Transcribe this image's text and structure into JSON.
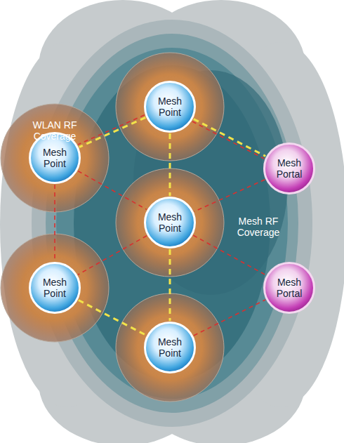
{
  "diagram": {
    "nodes": [
      {
        "text": [
          "Mesh Point"
        ]
      },
      {
        "text": [
          "Mesh Point"
        ]
      },
      {
        "text": [
          "Mesh Portal"
        ]
      },
      {
        "text": [
          "Mesh Point"
        ]
      },
      {
        "text": [
          "Mesh Portal"
        ]
      },
      {
        "text": [
          "Mesh Point"
        ]
      },
      {
        "text": [
          "Mesh Point"
        ]
      }
    ],
    "edges": [
      {
        "from": 0,
        "to": 1,
        "arrow": "none"
      },
      {
        "from": 0,
        "to": 1,
        "arrow": "none"
      },
      {
        "from": 0,
        "to": 3,
        "arrow": "none"
      },
      {
        "from": 0,
        "to": 2,
        "arrow": "none"
      },
      {
        "from": 0,
        "to": 2,
        "arrow": "none"
      },
      {
        "from": 1,
        "to": 3,
        "arrow": "none"
      },
      {
        "from": 1,
        "to": 5,
        "arrow": "none"
      },
      {
        "from": 2,
        "to": 3,
        "arrow": "none"
      },
      {
        "from": 3,
        "to": 4,
        "arrow": "none"
      },
      {
        "from": 3,
        "to": 5,
        "arrow": "none"
      },
      {
        "from": 3,
        "to": 6,
        "arrow": "none"
      },
      {
        "from": 5,
        "to": 6,
        "arrow": "none"
      },
      {
        "from": 6,
        "to": 4,
        "arrow": "none"
      }
    ],
    "labels": [
      "WLAN RF Coverage",
      "Mesh RF Coverage"
    ]
  }
}
